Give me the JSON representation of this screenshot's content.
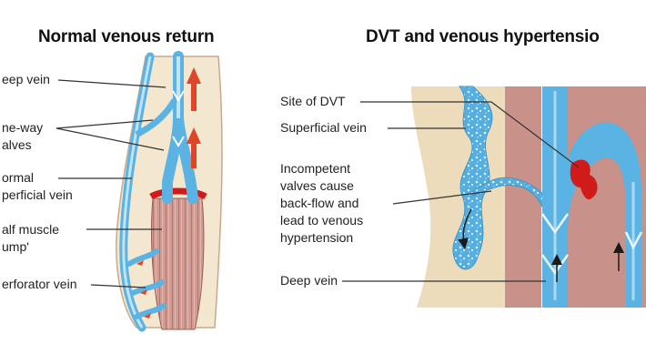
{
  "panels": {
    "left": {
      "title": "Normal venous return",
      "labels": {
        "deep_vein": "eep vein",
        "one_way_valves_1": "ne-way",
        "one_way_valves_2": "alves",
        "normal_superficial_1": "ormal",
        "normal_superficial_2": "perficial vein",
        "calf_pump_1": "alf muscle",
        "calf_pump_2": "ump'",
        "perforator": "erforator vein"
      }
    },
    "right": {
      "title": "DVT and venous hypertensio",
      "labels": {
        "site_dvt": "Site of DVT",
        "superficial": "Superficial vein",
        "incompetent_1": "Incompetent",
        "incompetent_2": "valves cause",
        "incompetent_3": "back-flow and",
        "incompetent_4": "lead to venous",
        "incompetent_5": "hypertension",
        "deep_vein": "Deep vein"
      }
    }
  },
  "colors": {
    "vein": "#5ab3e3",
    "vein_light": "#a9d8f2",
    "muscle": "#c89189",
    "skin": "#eddcbc",
    "clot": "#d11a1a",
    "arrow_red": "#e0452a",
    "leader": "#333333"
  }
}
